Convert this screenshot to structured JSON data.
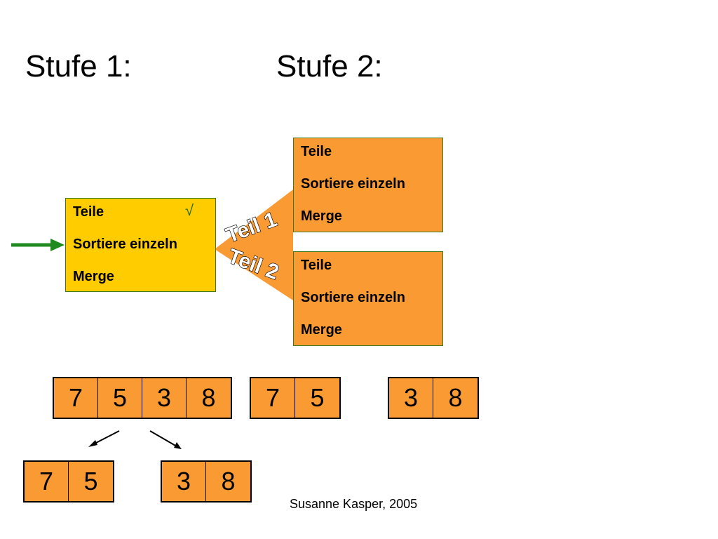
{
  "stages": {
    "stage1_label": "Stufe 1:",
    "stage2_label": "Stufe 2:"
  },
  "main_box": {
    "line1": "Teile",
    "line2": "Sortiere einzeln",
    "line3": "Merge",
    "check_mark": "√"
  },
  "branches": {
    "part1_label": "Teil 1",
    "part2_label": "Teil 2"
  },
  "sub_box_1": {
    "line1": "Teile",
    "line2": "Sortiere einzeln",
    "line3": "Merge"
  },
  "sub_box_2": {
    "line1": "Teile",
    "line2": "Sortiere einzeln",
    "line3": "Merge"
  },
  "arrays": {
    "full": [
      "7",
      "5",
      "3",
      "8"
    ],
    "left_half": [
      "7",
      "5"
    ],
    "right_half": [
      "3",
      "8"
    ],
    "split_left": [
      "7",
      "5"
    ],
    "split_right": [
      "3",
      "8"
    ]
  },
  "credit": "Susanne Kasper, 2005",
  "colors": {
    "yellow_box": "#ffcc00",
    "orange_box": "#f99a33",
    "arrow_green": "#1f8a1f",
    "border_green": "#3d7a1d"
  }
}
